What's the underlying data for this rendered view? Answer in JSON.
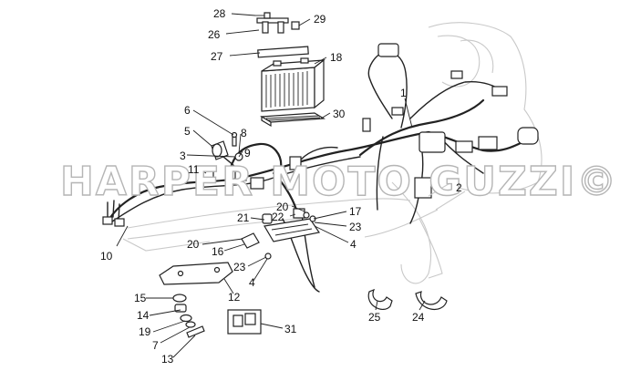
{
  "watermark": "HARPER MOTO GUZZI©",
  "callouts": [
    "28",
    "26",
    "29",
    "27",
    "18",
    "30",
    "6",
    "5",
    "8",
    "3",
    "9",
    "11",
    "1",
    "2",
    "10",
    "21",
    "22",
    "20",
    "17",
    "23",
    "4",
    "20",
    "16",
    "23",
    "4",
    "12",
    "15",
    "14",
    "19",
    "7",
    "13",
    "31",
    "25",
    "24"
  ]
}
